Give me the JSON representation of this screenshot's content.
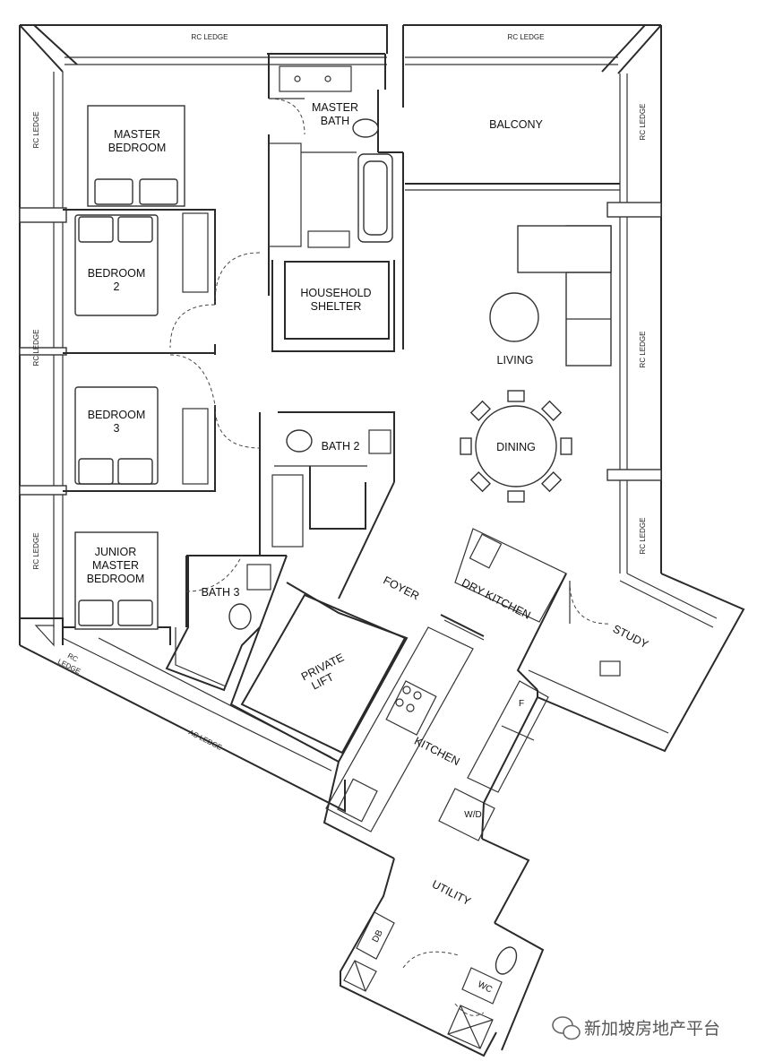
{
  "rooms": {
    "master_bedroom": [
      "MASTER",
      "BEDROOM"
    ],
    "master_bath": [
      "MASTER",
      "BATH"
    ],
    "balcony": "BALCONY",
    "bedroom2": [
      "BEDROOM",
      "2"
    ],
    "household_shelter": [
      "HOUSEHOLD",
      "SHELTER"
    ],
    "living": "LIVING",
    "bedroom3": [
      "BEDROOM",
      "3"
    ],
    "bath2": "BATH 2",
    "dining": "DINING",
    "junior_master": [
      "JUNIOR",
      "MASTER",
      "BEDROOM"
    ],
    "bath3": "BATH 3",
    "foyer": "FOYER",
    "dry_kitchen": "DRY KITCHEN",
    "study": "STUDY",
    "private_lift": [
      "PRIVATE",
      "LIFT"
    ],
    "kitchen": "KITCHEN",
    "fridge": "F",
    "wd": "W/D",
    "utility": "UTILITY",
    "db": "DB",
    "wc": "WC"
  },
  "ledges": {
    "rc": "RC LEDGE",
    "rc_split": [
      "RC",
      "LEDGE"
    ],
    "ac": "AC LEDGE"
  },
  "watermark": "新加坡房地产平台"
}
